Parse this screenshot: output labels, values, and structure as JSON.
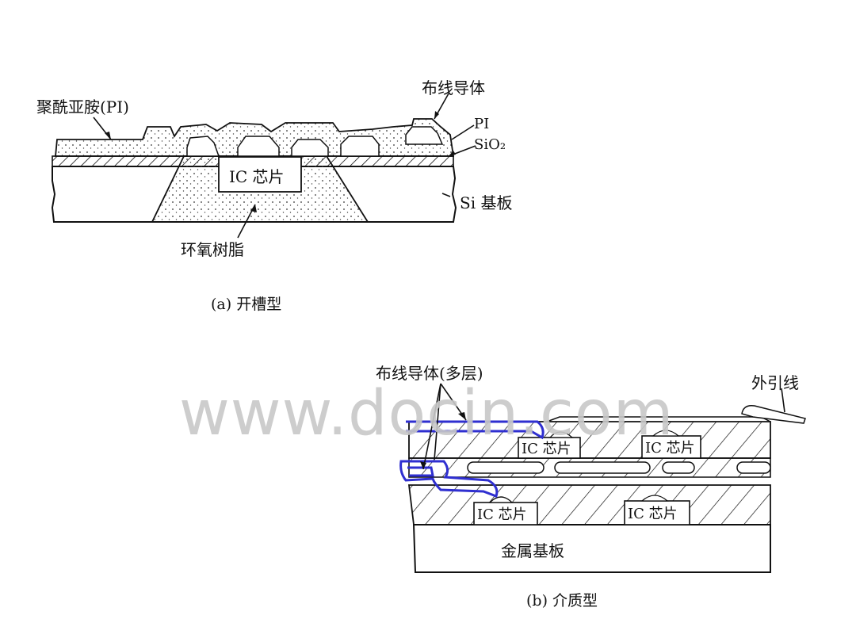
{
  "figure_a": {
    "labels": {
      "pi_film": "聚酰亚胺(PI)",
      "wiring": "布线导体",
      "pi": "PI",
      "sio2": "SiO₂",
      "ic_chip": "IC 芯片",
      "si_substrate": "Si 基板",
      "epoxy": "环氧树脂"
    },
    "caption": "(a) 开槽型"
  },
  "figure_b": {
    "labels": {
      "wiring_multilayer": "布线导体(多层)",
      "outer_lead": "外引线",
      "ic_chip_1": "IC 芯片",
      "ic_chip_2": "IC 芯片",
      "ic_chip_3": "IC 芯片",
      "ic_chip_4": "IC 芯片",
      "metal_substrate": "金属基板"
    },
    "caption": "(b) 介质型"
  },
  "watermark": "www.docin.com",
  "colors": {
    "line": "#111111",
    "highlight": "#2f2fd0",
    "watermark": "#c8c8c8"
  }
}
